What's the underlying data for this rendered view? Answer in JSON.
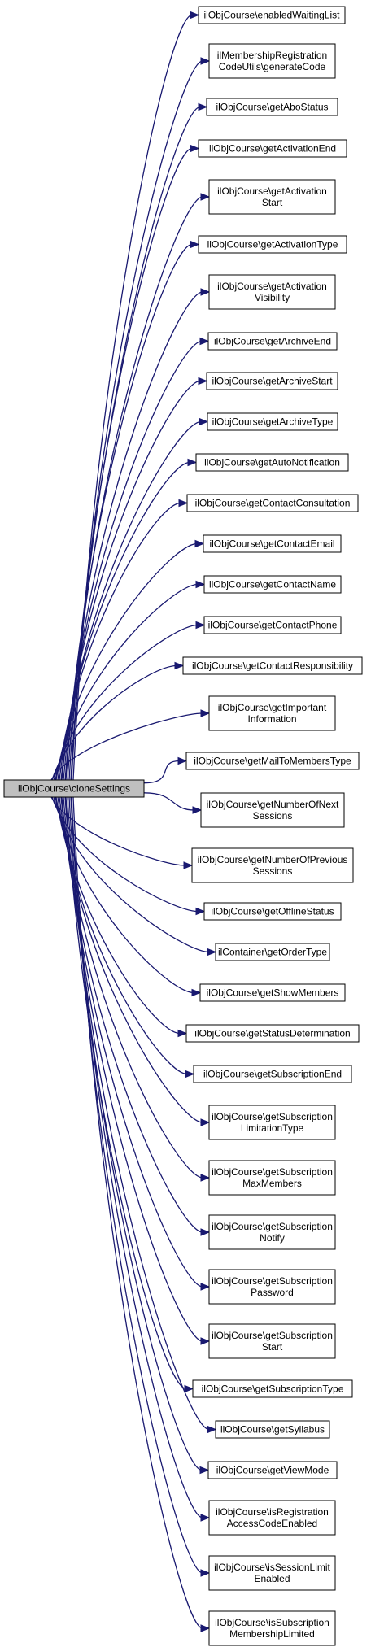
{
  "diagram": {
    "colors": {
      "edge": "#191970",
      "root_fill": "#bfbfbf",
      "node_fill": "#ffffff",
      "border": "#000000"
    },
    "root": {
      "lines": [
        "ilObjCourse\\cloneSettings"
      ]
    },
    "callees": [
      {
        "lines": [
          "ilObjCourse\\enabledWaitingList"
        ]
      },
      {
        "lines": [
          "ilMembershipRegistration",
          "CodeUtils\\generateCode"
        ]
      },
      {
        "lines": [
          "ilObjCourse\\getAboStatus"
        ]
      },
      {
        "lines": [
          "ilObjCourse\\getActivationEnd"
        ]
      },
      {
        "lines": [
          "ilObjCourse\\getActivation",
          "Start"
        ]
      },
      {
        "lines": [
          "ilObjCourse\\getActivationType"
        ]
      },
      {
        "lines": [
          "ilObjCourse\\getActivation",
          "Visibility"
        ]
      },
      {
        "lines": [
          "ilObjCourse\\getArchiveEnd"
        ]
      },
      {
        "lines": [
          "ilObjCourse\\getArchiveStart"
        ]
      },
      {
        "lines": [
          "ilObjCourse\\getArchiveType"
        ]
      },
      {
        "lines": [
          "ilObjCourse\\getAutoNotification"
        ]
      },
      {
        "lines": [
          "ilObjCourse\\getContactConsultation"
        ]
      },
      {
        "lines": [
          "ilObjCourse\\getContactEmail"
        ]
      },
      {
        "lines": [
          "ilObjCourse\\getContactName"
        ]
      },
      {
        "lines": [
          "ilObjCourse\\getContactPhone"
        ]
      },
      {
        "lines": [
          "ilObjCourse\\getContactResponsibility"
        ]
      },
      {
        "lines": [
          "ilObjCourse\\getImportant",
          "Information"
        ]
      },
      {
        "lines": [
          "ilObjCourse\\getMailToMembersType"
        ]
      },
      {
        "lines": [
          "ilObjCourse\\getNumberOfNext",
          "Sessions"
        ]
      },
      {
        "lines": [
          "ilObjCourse\\getNumberOfPrevious",
          "Sessions"
        ]
      },
      {
        "lines": [
          "ilObjCourse\\getOfflineStatus"
        ]
      },
      {
        "lines": [
          "ilContainer\\getOrderType"
        ]
      },
      {
        "lines": [
          "ilObjCourse\\getShowMembers"
        ]
      },
      {
        "lines": [
          "ilObjCourse\\getStatusDetermination"
        ]
      },
      {
        "lines": [
          "ilObjCourse\\getSubscriptionEnd"
        ]
      },
      {
        "lines": [
          "ilObjCourse\\getSubscription",
          "LimitationType"
        ]
      },
      {
        "lines": [
          "ilObjCourse\\getSubscription",
          "MaxMembers"
        ]
      },
      {
        "lines": [
          "ilObjCourse\\getSubscription",
          "Notify"
        ]
      },
      {
        "lines": [
          "ilObjCourse\\getSubscription",
          "Password"
        ]
      },
      {
        "lines": [
          "ilObjCourse\\getSubscription",
          "Start"
        ]
      },
      {
        "lines": [
          "ilObjCourse\\getSubscriptionType"
        ]
      },
      {
        "lines": [
          "ilObjCourse\\getSyllabus"
        ]
      },
      {
        "lines": [
          "ilObjCourse\\getViewMode"
        ]
      },
      {
        "lines": [
          "ilObjCourse\\isRegistration",
          "AccessCodeEnabled"
        ]
      },
      {
        "lines": [
          "ilObjCourse\\isSessionLimit",
          "Enabled"
        ]
      },
      {
        "lines": [
          "ilObjCourse\\isSubscription",
          "MembershipLimited"
        ]
      }
    ]
  }
}
